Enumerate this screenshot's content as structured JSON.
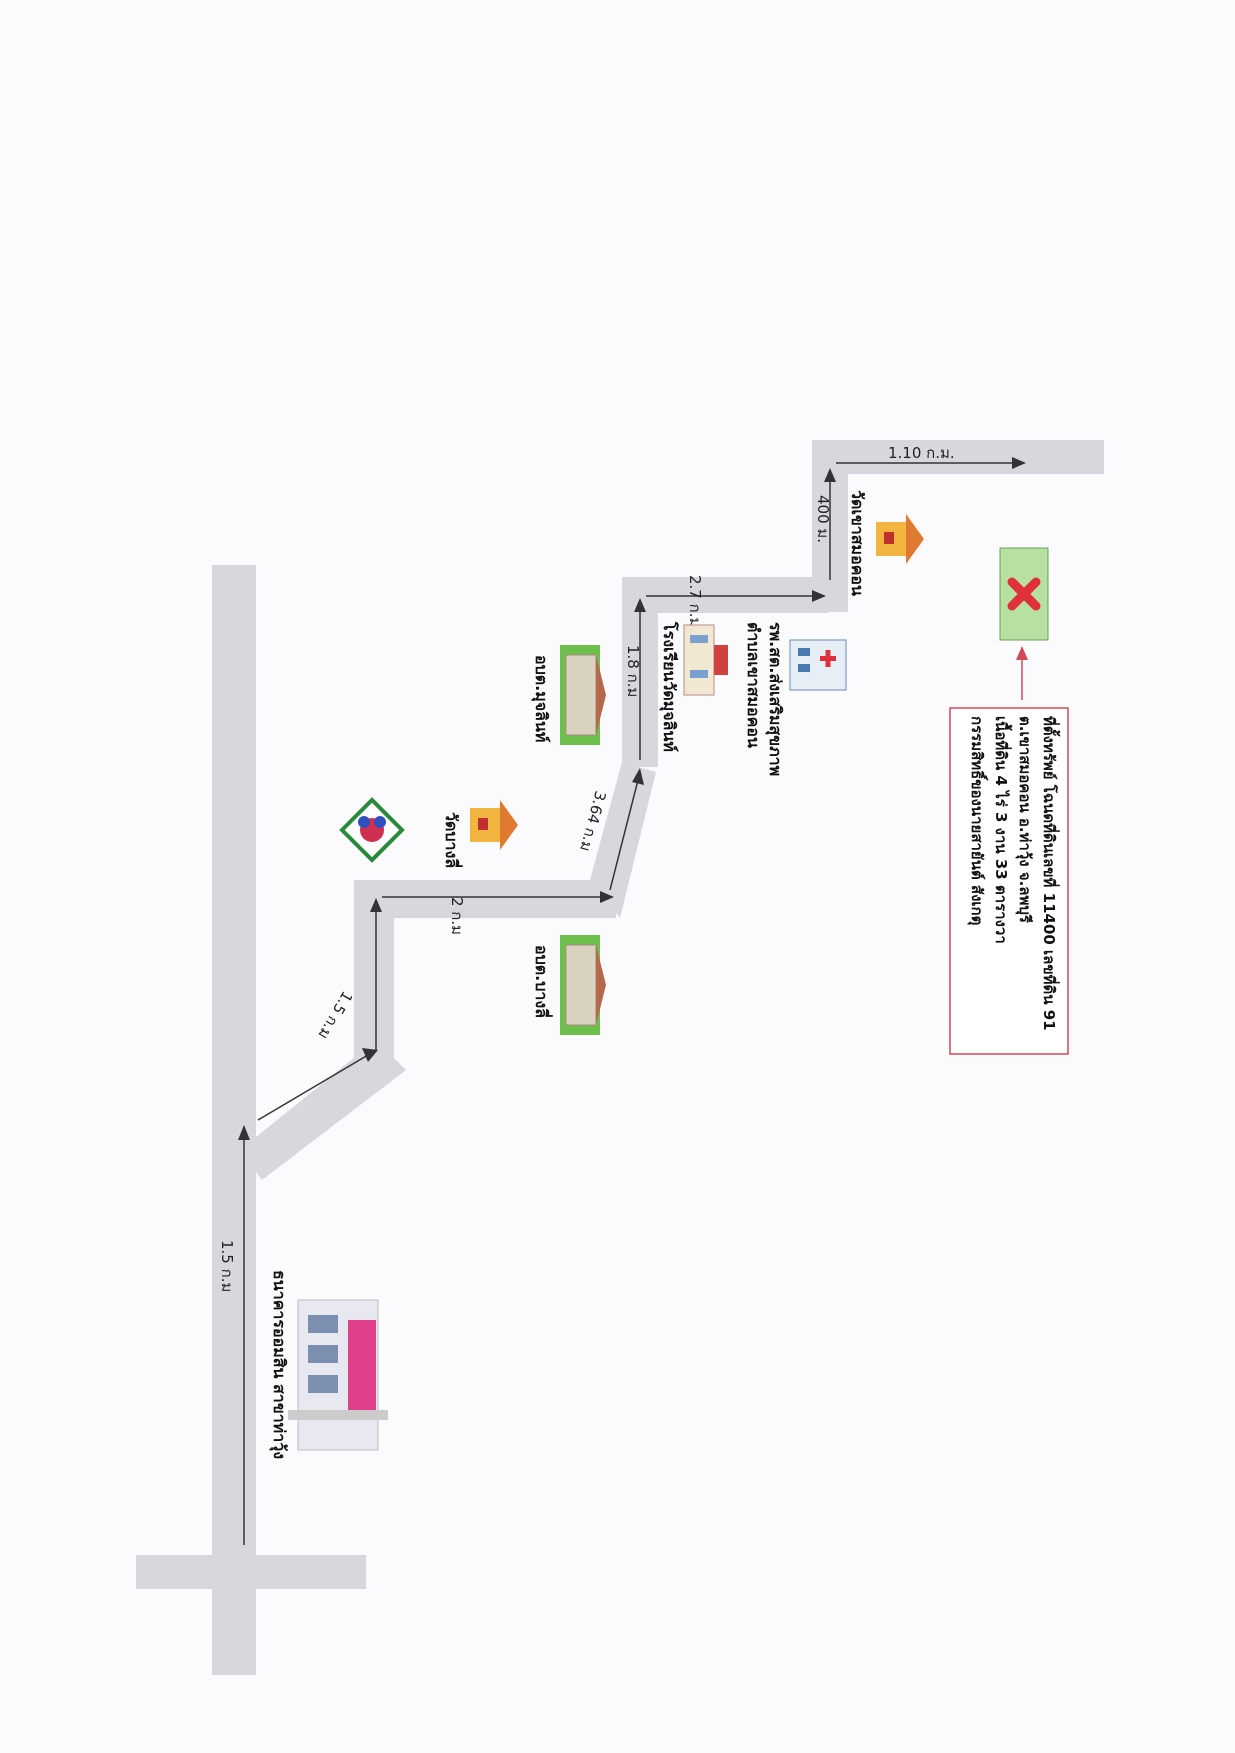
{
  "distances": {
    "main_road": "1.5 ก.ม",
    "diagonal": "1.5 ก.ม",
    "segment_2": "2 ก.ม",
    "segment_364": "3.64 ก.ม",
    "segment_18": "1.8 ก.ม",
    "segment_27": "2.7 ก.ม",
    "segment_400": "400 ม.",
    "segment_110": "1.10 ก.ม."
  },
  "places": {
    "bank": "ธนาคารออมสิน สาขาท่าวุ้ง",
    "obt_bangli": "อบต.บางลี่",
    "wat_bangli": "วัดบางลี่",
    "obt_mucharin": "อบต.มุจลินท์",
    "school": "โรงเรียนวัดมุจลินท์",
    "hospital_line1": "รพ.สต.ส่งเสริมสุขภาพ",
    "hospital_line2": "ตำบลเขาสมอคอน",
    "wat_khao": "วัดเขาสมอคอน"
  },
  "property_note": {
    "line1": "ที่ตั้งทรัพย์ โฉนดที่ดินเลขที่ 11400 เลขที่ดิน 91",
    "line2": "ต.เขาสมอคอน อ.ท่าวุ้ง จ.ลพบุรี",
    "line3": "เนื้อที่ดิน 4 ไร่ 3 งาน 33 ตารางวา",
    "line4": "กรรมสิทธิ์ของนายสายันต์ สังเกตุ"
  },
  "colors": {
    "road": "#d7d7de",
    "marker_fill": "#b8e0a0",
    "marker_x": "#e0303a",
    "note_border": "#d04a5a"
  },
  "icons": [
    "bank-building-icon",
    "government-office-icon",
    "temple-icon",
    "school-icon",
    "hospital-icon",
    "logo-emblem-icon",
    "x-marker-icon"
  ]
}
